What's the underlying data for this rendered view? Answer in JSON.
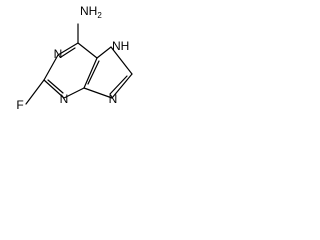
{
  "molecule": {
    "atoms": {
      "nh2": "NH",
      "nh2_sub": "2",
      "nh_ring": "NH",
      "n1": "N",
      "n3": "N",
      "n9": "N",
      "fluorine": "F"
    },
    "colors": {
      "bond": "#000000",
      "text": "#000000",
      "background": "#ffffff"
    }
  }
}
